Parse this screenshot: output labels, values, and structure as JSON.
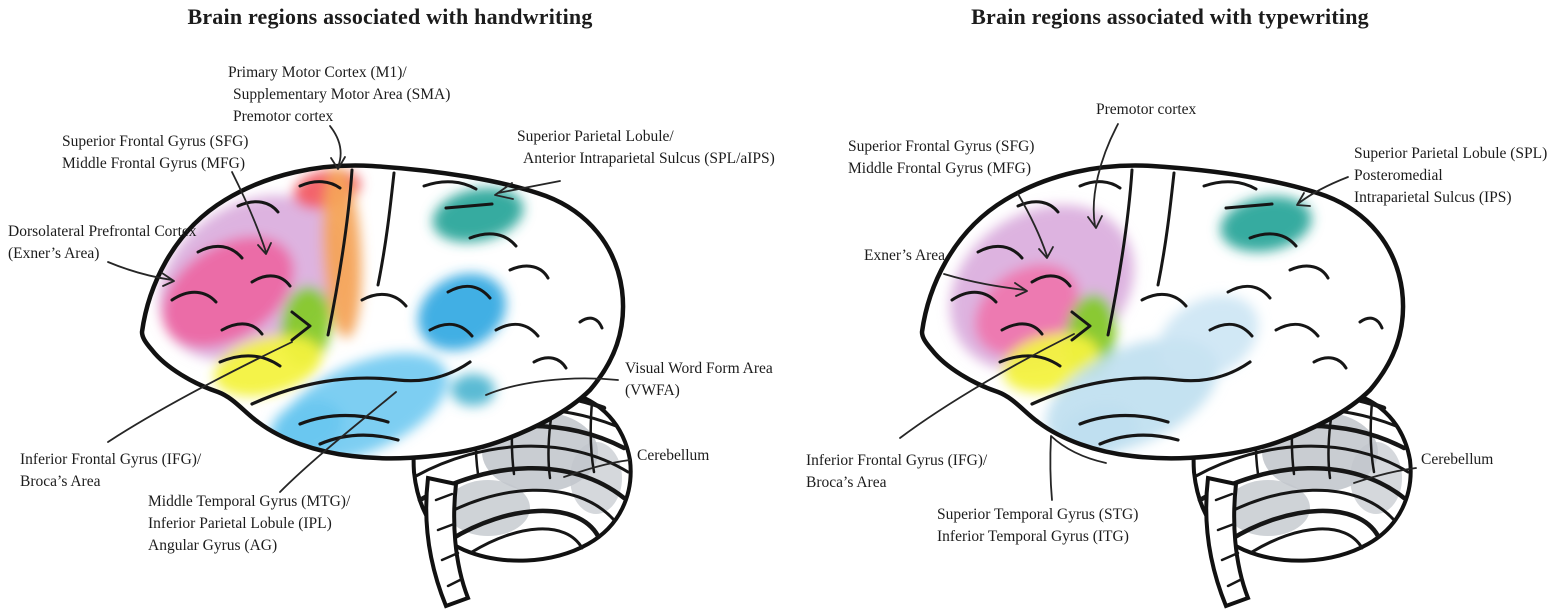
{
  "left": {
    "title": "Brain regions associated with handwriting",
    "labels": [
      {
        "id": "m1-sma-premotor",
        "lines": [
          "Primary Motor Cortex (M1)/",
          "Supplementary Motor Area (SMA)",
          "Premotor cortex"
        ]
      },
      {
        "id": "sfg-mfg",
        "lines": [
          "Superior Frontal Gyrus (SFG)",
          "Middle Frontal Gyrus (MFG)"
        ]
      },
      {
        "id": "dlpfc-exner",
        "lines": [
          "Dorsolateral Prefrontal Cortex",
          "(Exner’s Area)"
        ]
      },
      {
        "id": "spl-aips",
        "lines": [
          "Superior Parietal Lobule/",
          "Anterior Intraparietal Sulcus (SPL/aIPS)"
        ]
      },
      {
        "id": "vwfa",
        "lines": [
          "Visual Word Form Area",
          "(VWFA)"
        ]
      },
      {
        "id": "cerebellum",
        "lines": [
          "Cerebellum"
        ]
      },
      {
        "id": "ifg-broca",
        "lines": [
          "Inferior Frontal Gyrus (IFG)/",
          "Broca’s Area"
        ]
      },
      {
        "id": "mtg-ipl-ag",
        "lines": [
          "Middle Temporal Gyrus (MTG)/",
          "Inferior Parietal Lobule (IPL)",
          "Angular Gyrus (AG)"
        ]
      }
    ]
  },
  "right": {
    "title": "Brain regions associated with typewriting",
    "labels": [
      {
        "id": "premotor",
        "lines": [
          "Premotor cortex"
        ]
      },
      {
        "id": "sfg-mfg",
        "lines": [
          "Superior Frontal Gyrus (SFG)",
          "Middle Frontal Gyrus (MFG)"
        ]
      },
      {
        "id": "exner",
        "lines": [
          "Exner’s Area"
        ]
      },
      {
        "id": "spl-ips",
        "lines": [
          "Superior Parietal Lobule (SPL)",
          "Posteromedial",
          "Intraparietal Sulcus (IPS)"
        ]
      },
      {
        "id": "cerebellum",
        "lines": [
          "Cerebellum"
        ]
      },
      {
        "id": "ifg-broca",
        "lines": [
          "Inferior Frontal Gyrus (IFG)/",
          "Broca’s Area"
        ]
      },
      {
        "id": "stg-itg",
        "lines": [
          "Superior Temporal Gyrus (STG)",
          "Inferior Temporal Gyrus (ITG)"
        ]
      }
    ]
  },
  "palette": {
    "orchid": "#d5a0d8",
    "magenta": "#ee5f9d",
    "red": "#f2575e",
    "orange": "#f4a458",
    "green": "#86ca2a",
    "yellow": "#f3f23f",
    "sky_blue": "#66c6f0",
    "deep_blue": "#2ba6e1",
    "teal": "#2ba79b",
    "vwfa_cyan": "#49b4cf",
    "pink": "#f171a9",
    "pale_blue": "#bedff0",
    "pale_blue_2": "#c9e4f3",
    "cerebellum_gray": "#929aa4"
  }
}
